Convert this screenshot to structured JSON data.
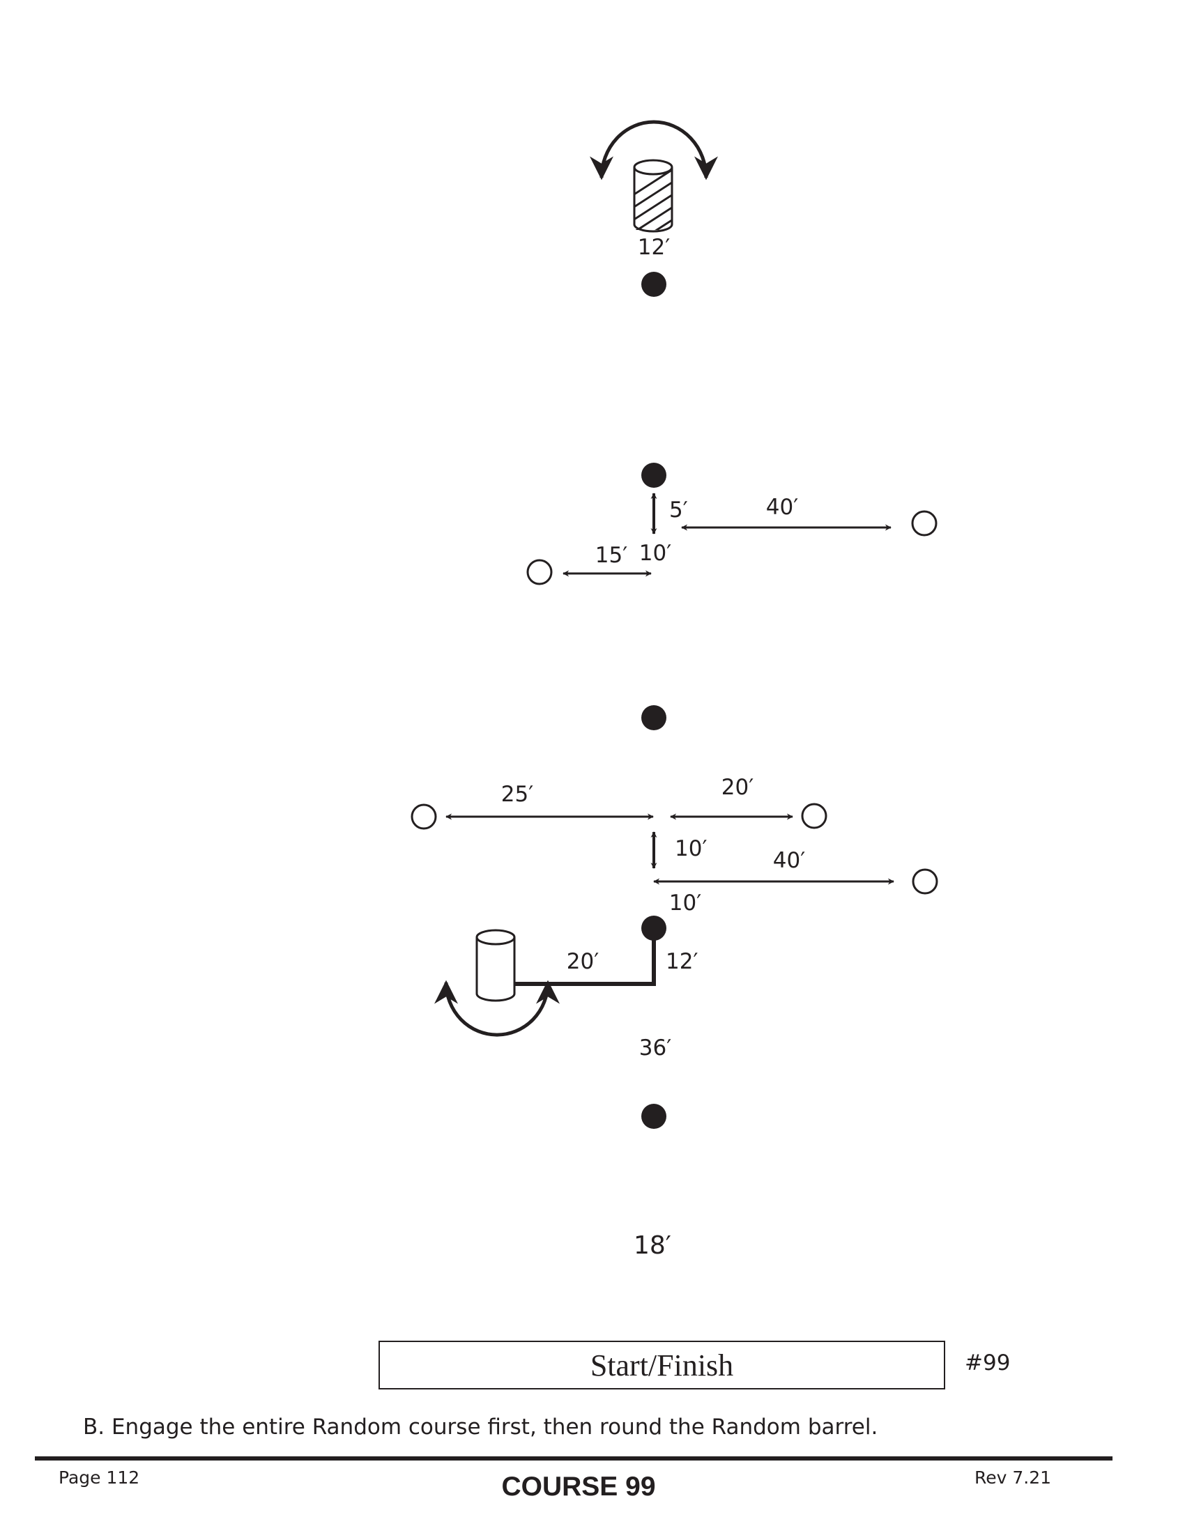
{
  "diagram": {
    "labels": {
      "barrel_top_dist": "12′",
      "vert_5": "5′",
      "right_40_top": "40′",
      "left_15": "15′",
      "vert_10_top": "10′",
      "left_25": "25′",
      "right_20": "20′",
      "vert_10_mid": "10′",
      "right_40_bottom": "40′",
      "gap_10": "10′",
      "barrel_bottom_20": "20′",
      "barrel_bottom_12": "12′",
      "gap_36": "36′",
      "gap_18": "18′"
    },
    "colors": {
      "ink": "#231f20",
      "background": "#ffffff"
    }
  },
  "start_finish": "Start/Finish",
  "course_number": "#99",
  "instruction": "B. Engage the entire Random course first, then round the Random barrel.",
  "footer": {
    "page": "Page 112",
    "title": "COURSE 99",
    "revision": "Rev 7.21"
  }
}
